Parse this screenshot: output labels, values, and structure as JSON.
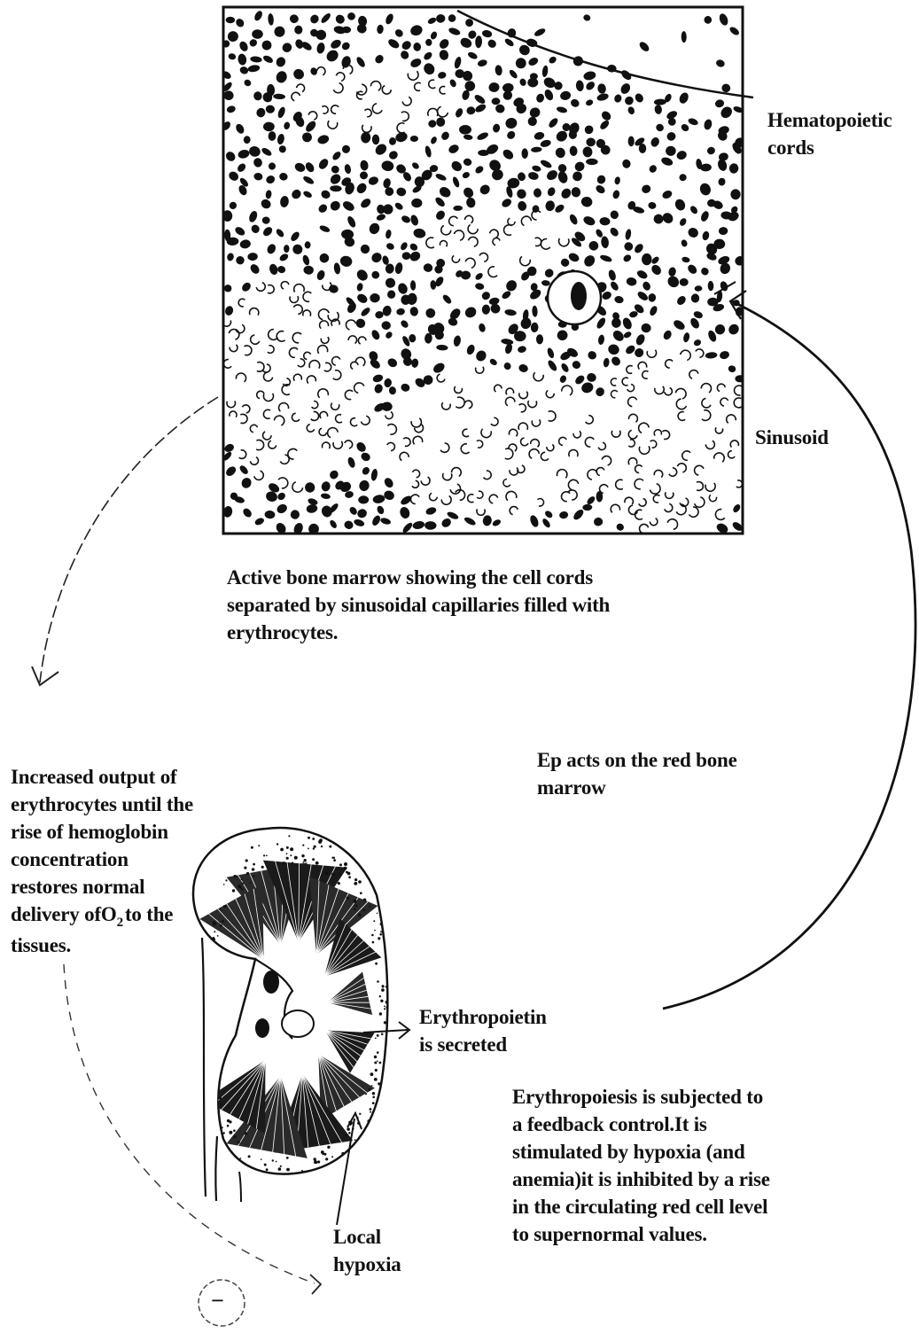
{
  "labels": {
    "hematopoietic_cords": "Hematopoietic\ncords",
    "sinusoid": "Sinusoid",
    "marrow_caption": "Active bone marrow showing the cell cords\nseparated by sinusoidal capillaries filled with\nerythrocytes.",
    "ep_acts": "Ep acts on the red  bone\nmarrow",
    "increased_output": "Increased output of\nerythrocytes until the\nrise of hemoglobin\nconcentration\nrestores normal",
    "delivery_prefix": "delivery of",
    "delivery_o": "O",
    "delivery_sub": "2",
    "delivery_suffix": "to the",
    "tissues": "tissues.",
    "erythropoietin": "Erythropoietin\nis secreted",
    "feedback_text": "Erythropoiesis is subjected to\na feedback control.It is\nstimulated by hypoxia (and\nanemia)it is inhibited by a rise\nin the circulating red cell level\nto supernormal values.",
    "local_hypoxia": "Local\nhypoxia",
    "minus_symbol": "−"
  }
}
